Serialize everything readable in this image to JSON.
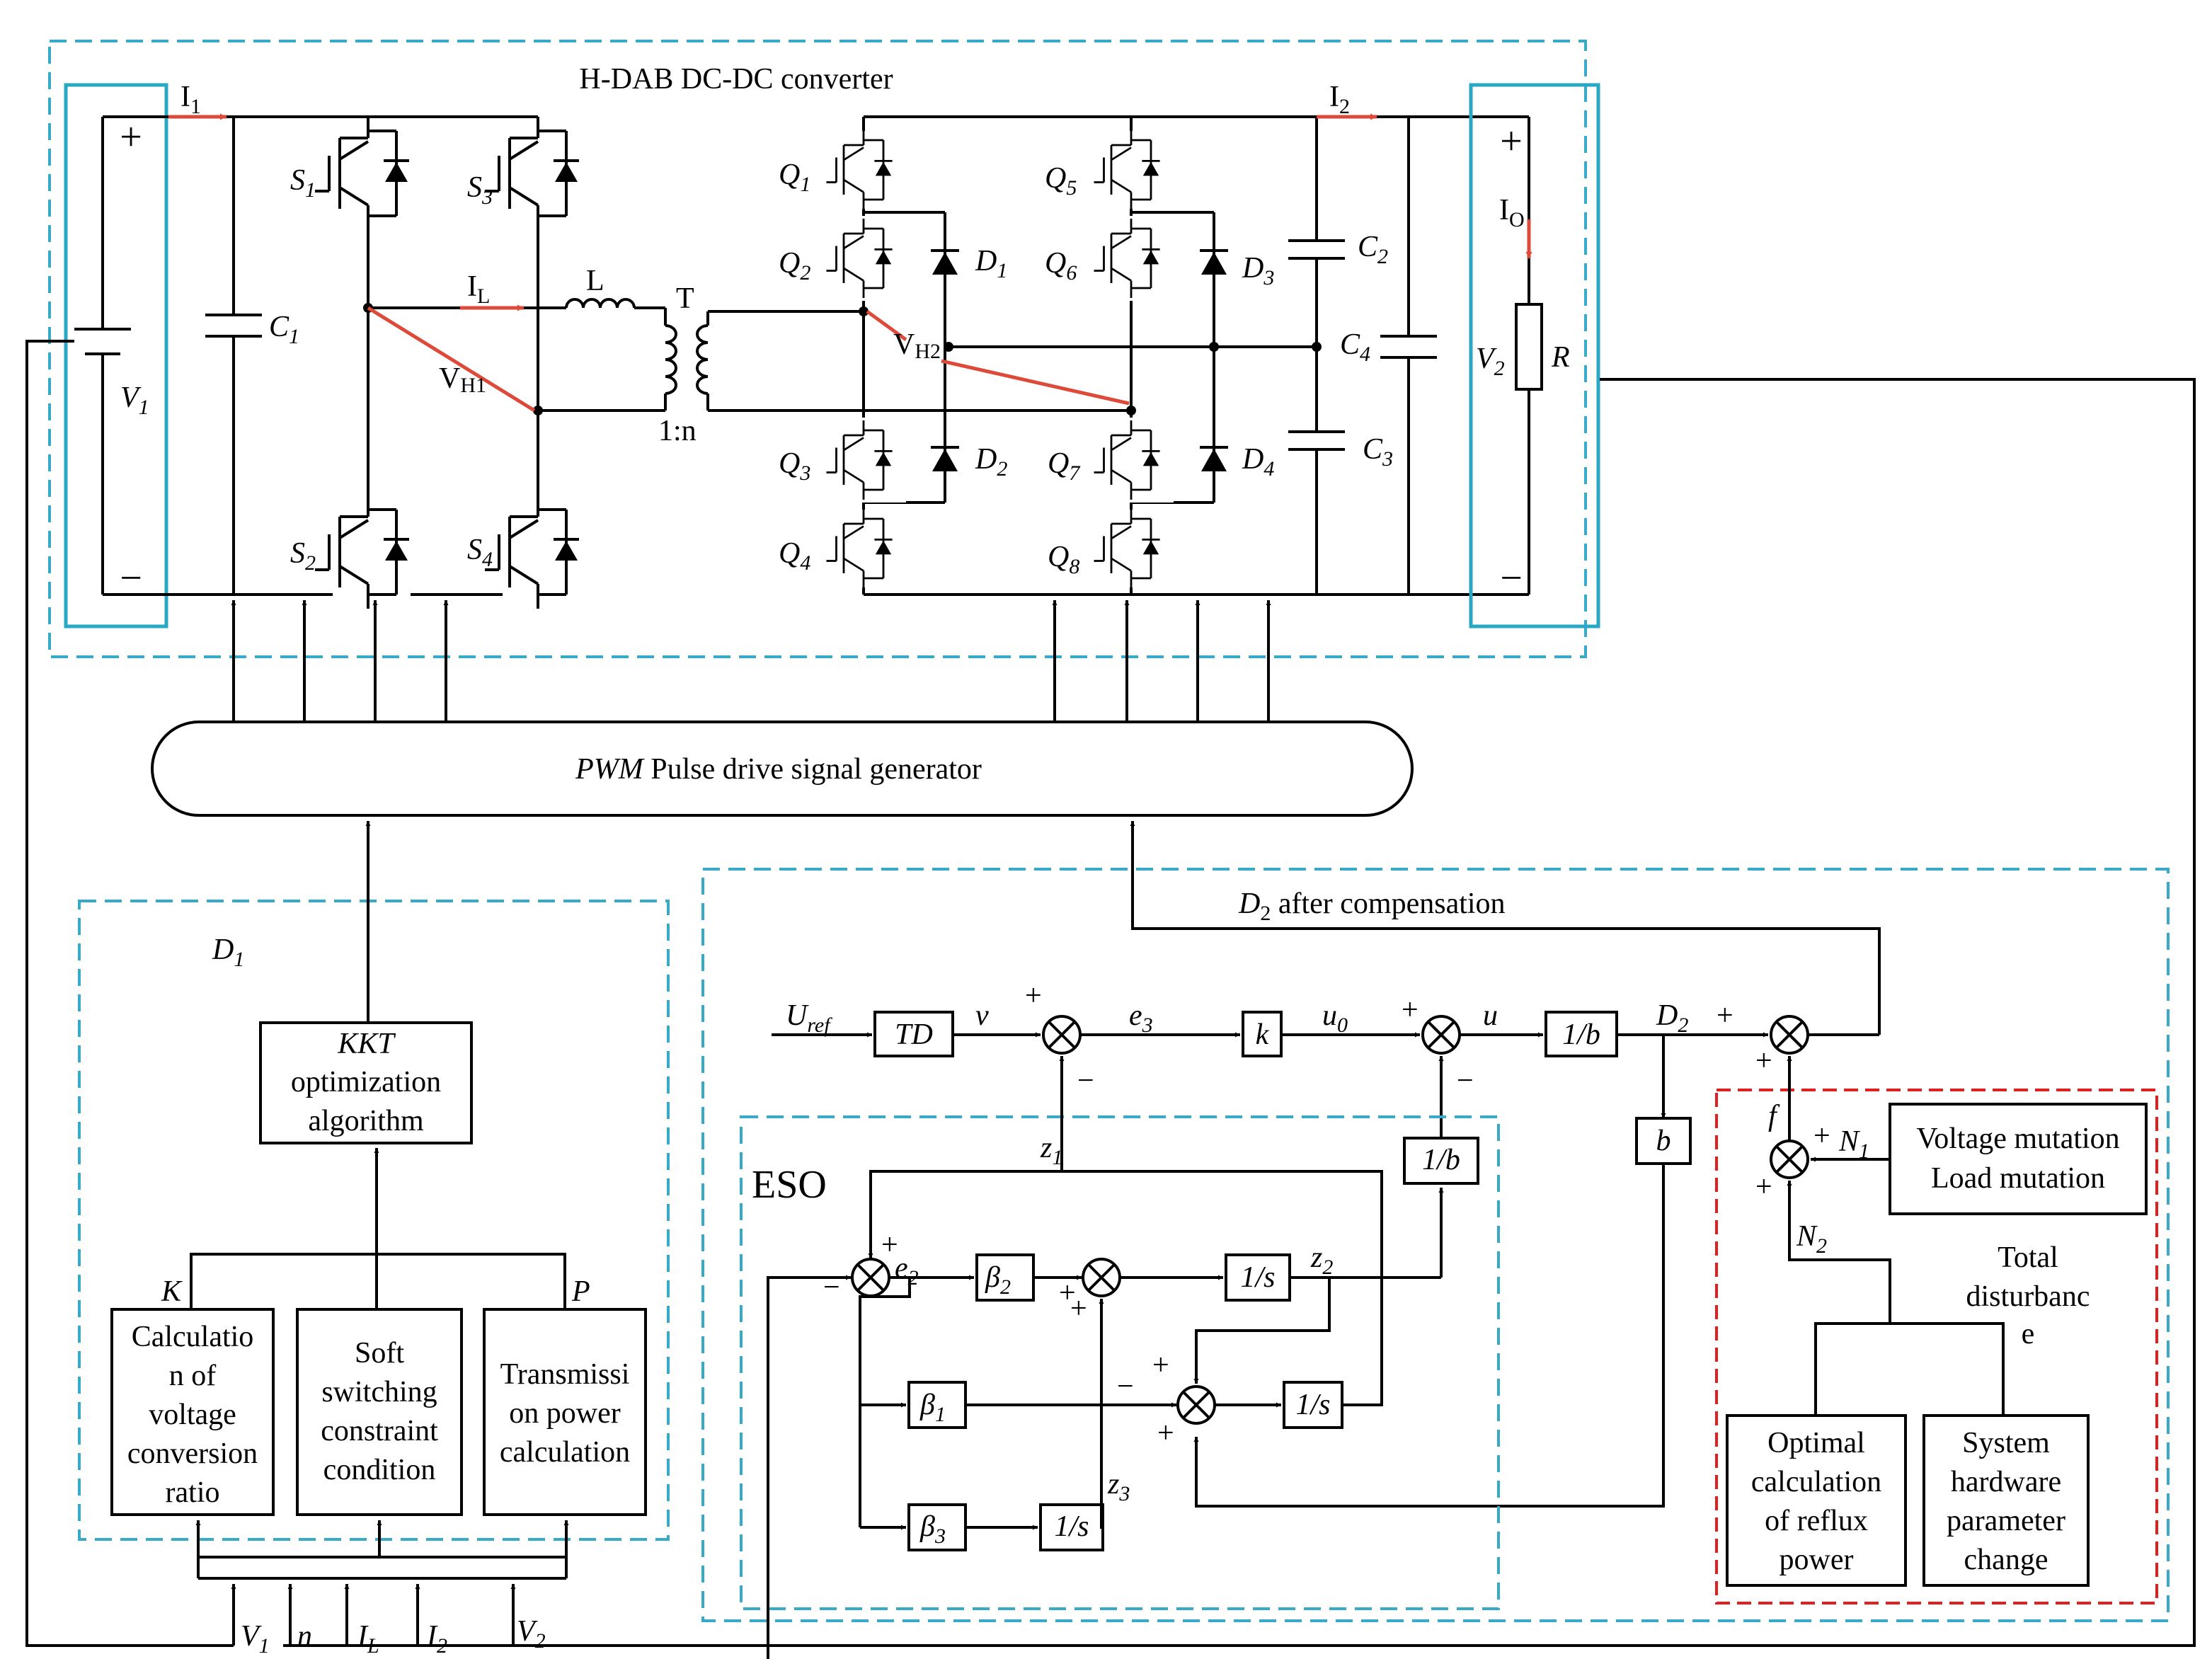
{
  "converter": {
    "title": "H-DAB DC-DC converter",
    "currents": {
      "i1": "I",
      "i1_sub": "1",
      "i2": "I",
      "i2_sub": "2",
      "il": "I",
      "il_sub": "L",
      "io": "I",
      "io_sub": "O"
    },
    "inductor": "L",
    "transformer": "T",
    "ratio": "1:n",
    "vh1": "V",
    "vh1_sub": "H1",
    "vh2": "V",
    "vh2_sub": "H2",
    "source": "V",
    "source_sub": "1",
    "load_v": "V",
    "load_v_sub": "2",
    "load_r": "R",
    "c1": "C",
    "c1_sub": "1",
    "c2": "C",
    "c2_sub": "2",
    "c3": "C",
    "c3_sub": "3",
    "c4": "C",
    "c4_sub": "4",
    "plus": "+",
    "minus": "−",
    "switches": [
      {
        "n": "S",
        "s": "1"
      },
      {
        "n": "S",
        "s": "2"
      },
      {
        "n": "S",
        "s": "3"
      },
      {
        "n": "S",
        "s": "4"
      },
      {
        "n": "Q",
        "s": "1"
      },
      {
        "n": "Q",
        "s": "2"
      },
      {
        "n": "Q",
        "s": "3"
      },
      {
        "n": "Q",
        "s": "4"
      },
      {
        "n": "Q",
        "s": "5"
      },
      {
        "n": "Q",
        "s": "6"
      },
      {
        "n": "Q",
        "s": "7"
      },
      {
        "n": "Q",
        "s": "8"
      }
    ],
    "diodes": [
      {
        "n": "D",
        "s": "1"
      },
      {
        "n": "D",
        "s": "2"
      },
      {
        "n": "D",
        "s": "3"
      },
      {
        "n": "D",
        "s": "4"
      }
    ]
  },
  "pwm": {
    "italic": "PWM",
    "label": " Pulse drive signal generator"
  },
  "d1_block": {
    "label": "D",
    "label_sub": "1",
    "kkt": [
      "KKT",
      "optimization",
      "algorithm"
    ],
    "k": "K",
    "p": "P",
    "calc_ratio": [
      "Calculatio",
      "n of",
      "voltage",
      "conversion",
      "ratio"
    ],
    "soft_switch": [
      "Soft",
      "switching",
      "constraint",
      "condition"
    ],
    "power_calc": [
      "Transmissi",
      "on power",
      "calculation"
    ],
    "inputs": [
      {
        "n": "V",
        "s": "1"
      },
      {
        "n": "n",
        "s": ""
      },
      {
        "n": "I",
        "s": "L"
      },
      {
        "n": "I",
        "s": "2"
      },
      {
        "n": "V",
        "s": "2"
      }
    ]
  },
  "d2_block": {
    "title": "D",
    "title_sub": "2",
    "title_rest": " after compensation",
    "uref": "U",
    "uref_sub": "ref",
    "td": "TD",
    "v": "v",
    "e3": "e",
    "e3_sub": "3",
    "k": "k",
    "u0": "u",
    "u0_sub": "0",
    "u": "u",
    "inv_b": "1/b",
    "d2": "D",
    "d2_sub": "2",
    "b": "b",
    "z1": "z",
    "z1_sub": "1",
    "f": "f"
  },
  "eso": {
    "label": "ESO",
    "e2": "e",
    "e2_sub": "2",
    "beta1": "β",
    "beta1_sub": "1",
    "beta2": "β",
    "beta2_sub": "2",
    "beta3": "β",
    "beta3_sub": "3",
    "integ": "1/s",
    "z2": "z",
    "z2_sub": "2",
    "z3": "z",
    "z3_sub": "3"
  },
  "disturbance": {
    "n1": "N",
    "n1_sub": "1",
    "n2": "N",
    "n2_sub": "2",
    "mutation": [
      "Voltage mutation",
      "Load mutation"
    ],
    "total": [
      "Total",
      "disturbanc",
      "e"
    ],
    "reflux": [
      "Optimal",
      "calculation",
      "of reflux",
      "power"
    ],
    "hardware": [
      "System",
      "hardware",
      "parameter",
      "change"
    ]
  }
}
